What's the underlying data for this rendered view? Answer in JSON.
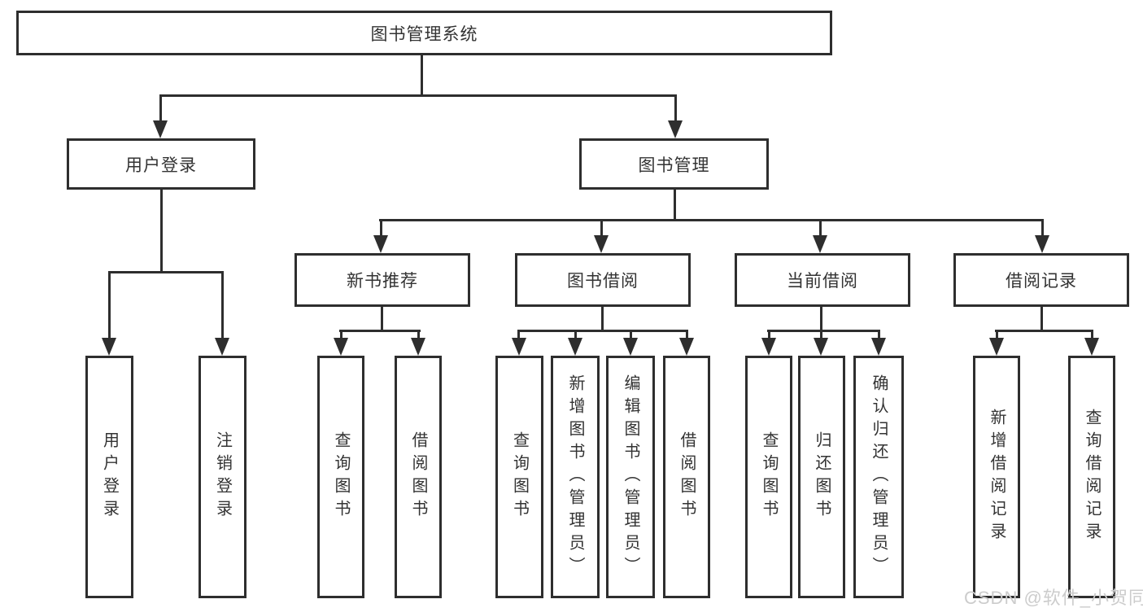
{
  "diagram": {
    "colors": {
      "line": "#2e2e2e",
      "text": "#333333",
      "background": "#ffffff",
      "watermark": "#cccccc"
    },
    "nodes": {
      "root": "图书管理系统",
      "user_login": "用户登录",
      "book_mgmt": "图书管理",
      "new_books": "新书推荐",
      "book_borrow": "图书借阅",
      "current_borrow": "当前借阅",
      "borrow_records": "借阅记录",
      "leaf_user_login": "用户登录",
      "leaf_logout": "注销登录",
      "leaf_nb_query": "查询图书",
      "leaf_nb_borrow": "借阅图书",
      "leaf_bb_query": "查询图书",
      "leaf_bb_add": "新增图书（管理员）",
      "leaf_bb_edit": "编辑图书（管理员）",
      "leaf_bb_borrow": "借阅图书",
      "leaf_cb_query": "查询图书",
      "leaf_cb_return": "归还图书",
      "leaf_cb_confirm": "确认归还（管理员）",
      "leaf_br_add": "新增借阅记录",
      "leaf_br_query": "查询借阅记录"
    },
    "watermark": "CSDN @软件_小贺同学"
  }
}
